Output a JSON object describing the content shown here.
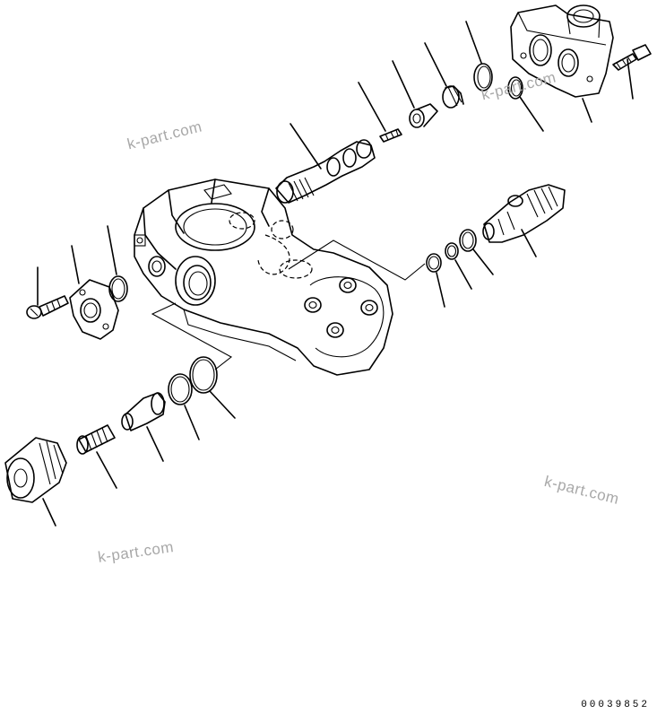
{
  "watermarks": [
    "k-part.com",
    "k-part.com",
    "k-part.com",
    "k-part.com"
  ],
  "drawing_code": "00039852",
  "colors": {
    "line": "#000000",
    "watermark": "#a8a8a8",
    "background": "#ffffff"
  }
}
